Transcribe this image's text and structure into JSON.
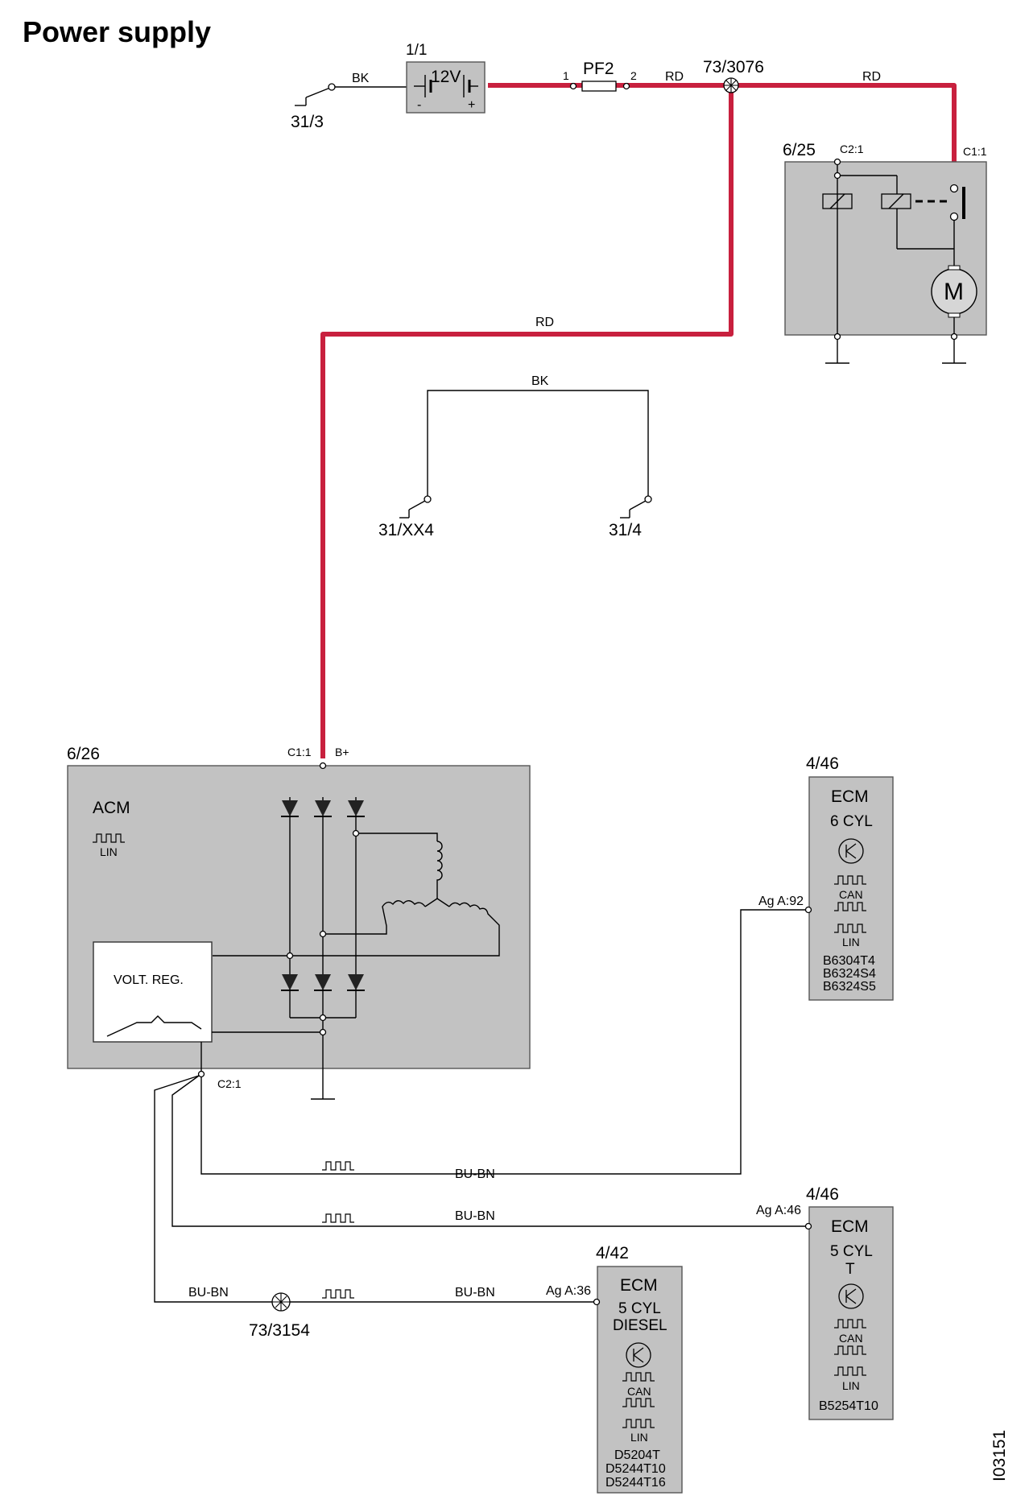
{
  "title": "Power supply",
  "doc_id": "I03151",
  "colors": {
    "power_wire": "#c8203e",
    "component_fill": "#c2c2c2",
    "wire": "#000000"
  },
  "battery": {
    "ref": "1/1",
    "voltage": "12V",
    "minus": "-",
    "plus": "+"
  },
  "ground_31_3": "31/3",
  "fuse": {
    "ref": "PF2",
    "pin1": "1",
    "pin2": "2"
  },
  "splice_top": "73/3076",
  "wire_colors": {
    "bk": "BK",
    "rd": "RD",
    "bu_bn": "BU-BN"
  },
  "starter": {
    "ref": "6/25",
    "connector_c2": "C2:1",
    "connector_c1": "C1:1",
    "motor": "M"
  },
  "grounds": {
    "g1": "31/XX4",
    "g2": "31/4"
  },
  "alternator": {
    "ref": "6/26",
    "name": "ACM",
    "lin": "LIN",
    "connector_c1": "C1:1",
    "b_plus": "B+",
    "regulator": "VOLT. REG.",
    "connector_c2": "C2:1"
  },
  "ecm_6cyl": {
    "ref": "4/46",
    "name": "ECM",
    "variant": "6 CYL",
    "can": "CAN",
    "lin": "LIN",
    "engines": [
      "B6304T4",
      "B6324S4",
      "B6324S5"
    ],
    "pin": "Ag A:92"
  },
  "ecm_5cyl_t": {
    "ref": "4/46",
    "name": "ECM",
    "variant": "5 CYL",
    "variant2": "T",
    "can": "CAN",
    "lin": "LIN",
    "engines": [
      "B5254T10"
    ],
    "pin": "Ag  A:46"
  },
  "ecm_5cyl_diesel": {
    "ref": "4/42",
    "name": "ECM",
    "variant": "5 CYL",
    "variant2": "DIESEL",
    "can": "CAN",
    "lin": "LIN",
    "engines": [
      "D5204T",
      "D5244T10",
      "D5244T16"
    ],
    "pin": "Ag A:36"
  },
  "splice_bottom": "73/3154"
}
